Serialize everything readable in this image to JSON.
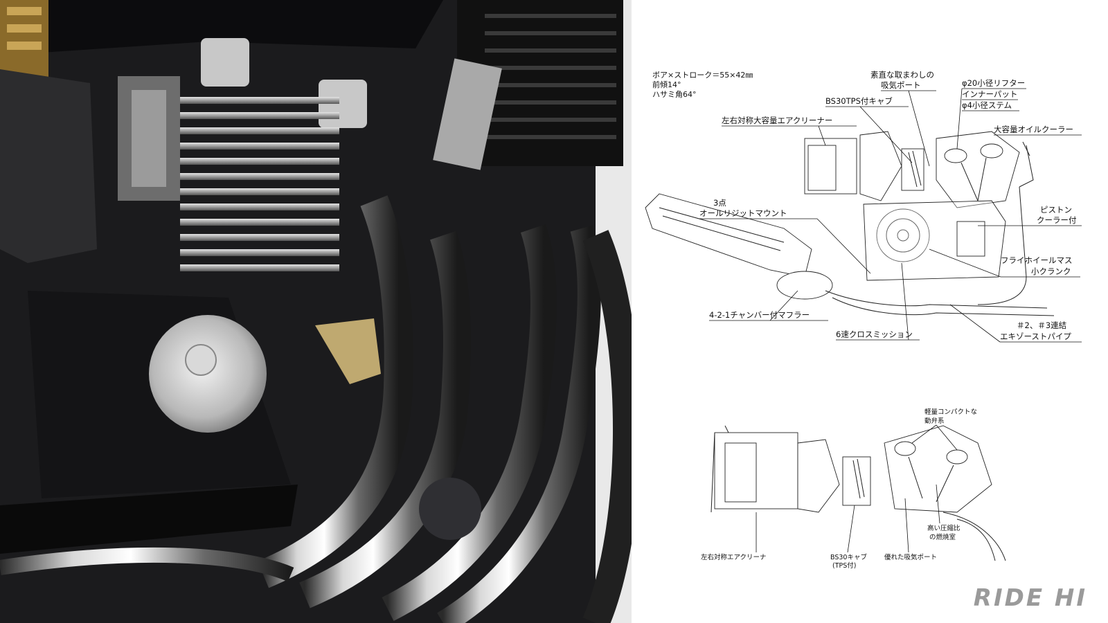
{
  "photo": {
    "alt": ""
  },
  "specs": [
    "ボア×ストローク＝55×42㎜",
    "前傾14°",
    "ハサミ角64°"
  ],
  "top_labels": {
    "intake_port_1": "素直な取まわしの",
    "intake_port_2": "吸気ポート",
    "lifter": "φ20小径リフター",
    "inner_pad": "インナーパット",
    "stem": "φ4小径ステム",
    "carb": "BS30TPS付キャブ",
    "air_cleaner": "左右対称大容量エアクリーナー",
    "oil_cooler": "大容量オイルクーラー",
    "mount_1": "3点",
    "mount_2": "オールリジットマウント",
    "piston_1": "ピストン",
    "piston_2": "クーラー付",
    "flywheel_1": "フライホイールマス",
    "flywheel_2": "小クランク",
    "muffler": "4-2-1チャンバー付マフラー",
    "mission": "6速クロスミッション",
    "exhaust_1": "＃2、＃3連結",
    "exhaust_2": "エキゾーストパイプ"
  },
  "bottom_labels": {
    "valvetrain_1": "軽量コンパクトな",
    "valvetrain_2": "動弁系",
    "air_cleaner": "左右対称エアクリーナ",
    "carb_1": "BS30キャブ",
    "carb_2": "(TPS付)",
    "port": "優れた吸気ポート",
    "chamber_1": "高い圧縮比",
    "chamber_2": "の燃焼室"
  },
  "brand": "RIDE HI"
}
